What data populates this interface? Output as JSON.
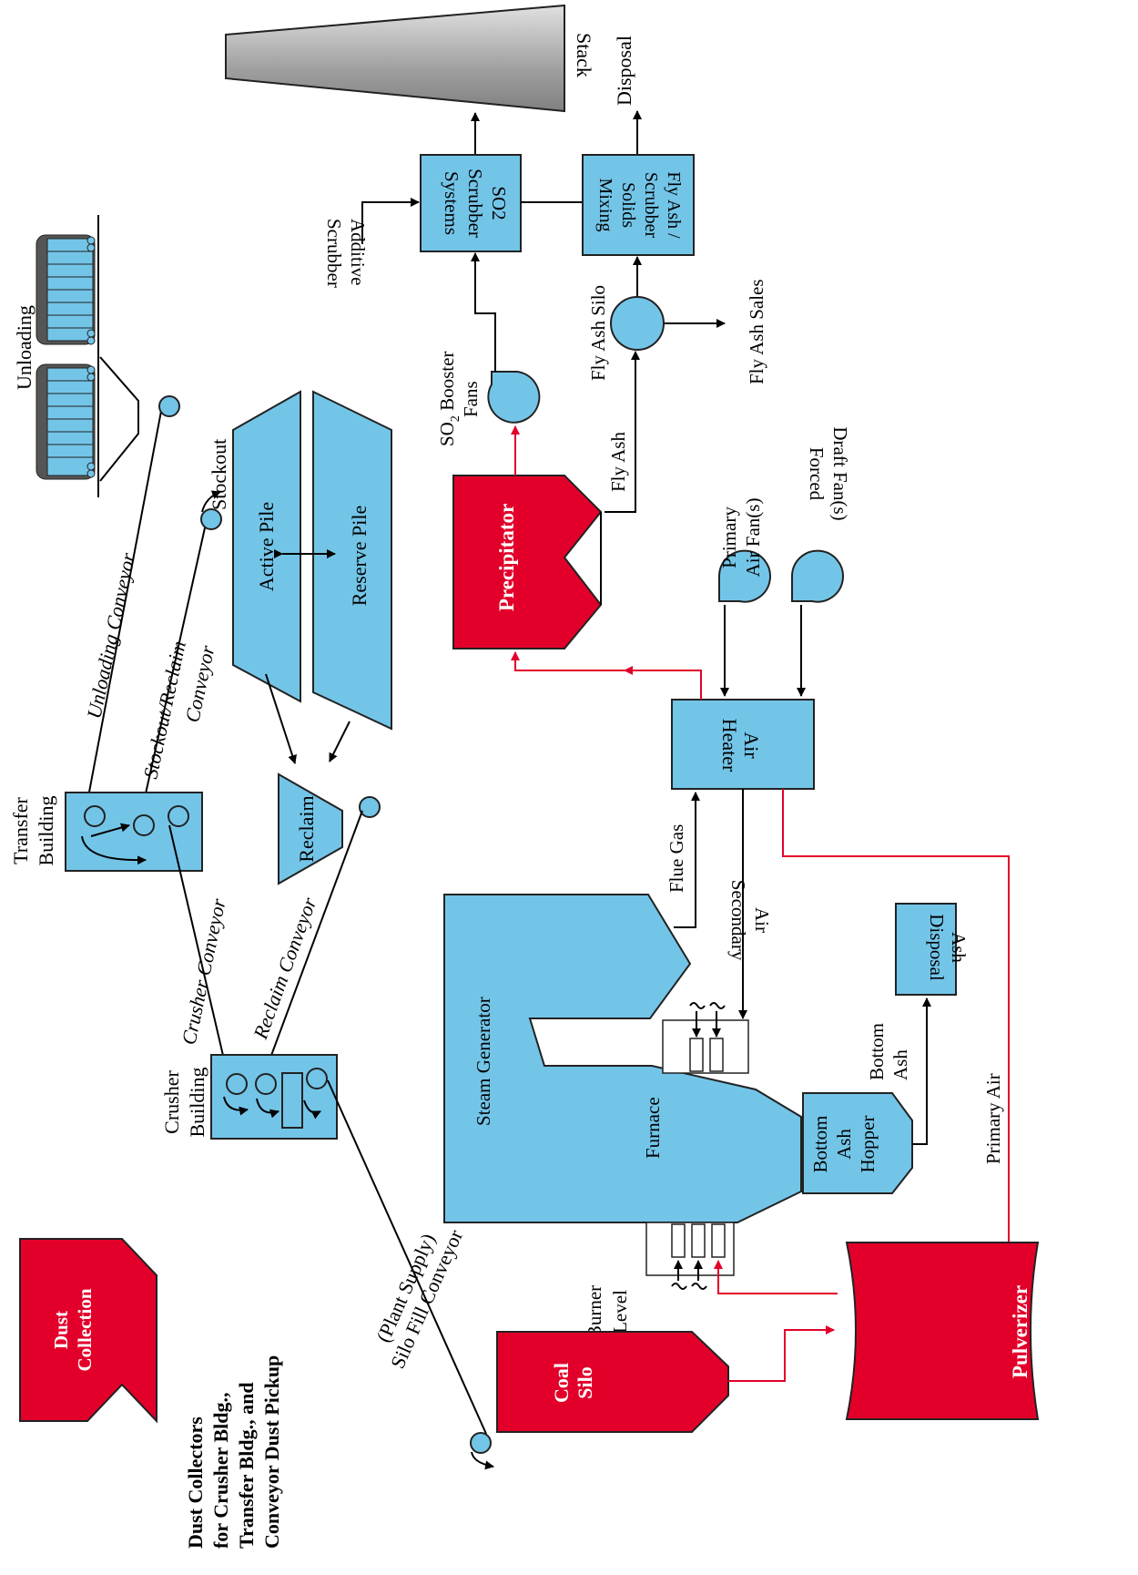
{
  "labels": {
    "stack": "Stack",
    "disposal": "Disposal",
    "unloading": "Unloading",
    "stockout": "Stockout",
    "scrubber_additive_1": "Scrubber",
    "scrubber_additive_2": "Additive",
    "so2_scrubber_1": "SO2",
    "so2_scrubber_2": "Scrubber",
    "so2_scrubber_3": "Systems",
    "fly_ash_mixing_1": "Fly Ash /",
    "fly_ash_mixing_2": "Scrubber",
    "fly_ash_mixing_3": "Solids",
    "fly_ash_mixing_4": "Mixing",
    "fly_ash_silo": "Fly Ash Silo",
    "fly_ash_sales": "Fly Ash Sales",
    "so2_booster_1": "SO",
    "so2_booster_sub": "2",
    "so2_booster_2": " Booster",
    "so2_booster_3": "Fans",
    "fly_ash": "Fly Ash",
    "precipitator": "Precipitator",
    "active_pile": "Active Pile",
    "reserve_pile": "Reserve Pile",
    "unloading_conveyor": "Unloading Conveyor",
    "stockout_reclaim_1": "Stockout/Reclaim",
    "stockout_reclaim_2": "Conveyor",
    "primary_air_fans_1": "Primary",
    "primary_air_fans_2": "Air Fan(s)",
    "forced_draft_1": "Forced",
    "forced_draft_2": "Draft Fan(s)",
    "transfer_building_1": "Transfer",
    "transfer_building_2": "Building",
    "reclaim": "Reclaim",
    "air_heater_1": "Air",
    "air_heater_2": "Heater",
    "crusher_conveyor": "Crusher Conveyor",
    "reclaim_conveyor": "Reclaim Conveyor",
    "flue_gas": "Flue Gas",
    "secondary_air_1": "Secondary",
    "secondary_air_2": "Air",
    "disposal_ash_1": "Disposal",
    "disposal_ash_2": "Ash",
    "crusher_building_1": "Crusher",
    "crusher_building_2": "Building",
    "steam_generator": "Steam Generator",
    "furnace": "Furnace",
    "bottom_ash_hopper_1": "Bottom",
    "bottom_ash_hopper_2": "Ash",
    "bottom_ash_hopper_3": "Hopper",
    "bottom_ash_1": "Bottom",
    "bottom_ash_2": "Ash",
    "primary_air": "Primary Air",
    "dust_collection_1": "Dust",
    "dust_collection_2": "Collection",
    "dust_collectors_1": "Dust Collectors",
    "dust_collectors_2": "for Crusher Bldg.,",
    "dust_collectors_3": "Transfer Bldg., and",
    "dust_collectors_4": "Conveyor Dust Pickup",
    "silo_fill_1": "Silo Fill Conveyor",
    "silo_fill_2": "(Plant Supply)",
    "burner_level_1": "Burner",
    "burner_level_2": "Level",
    "coal_silo_1": "Coal",
    "coal_silo_2": "Silo",
    "pulverizer": "Pulverizer"
  },
  "colors": {
    "equipment_fill": "#73c5e8",
    "highlight_fill": "#e2002a",
    "hot_gas_line": "#e2002a",
    "line": "#000000"
  }
}
